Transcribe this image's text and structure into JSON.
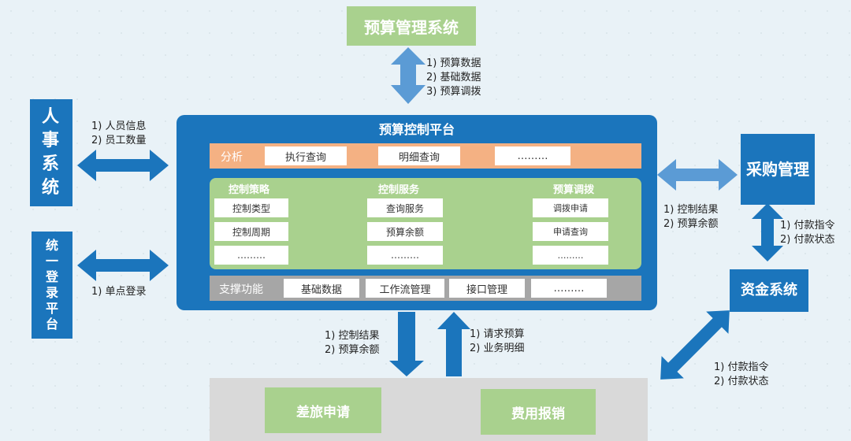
{
  "budget_mgmt": {
    "title": "预算管理系统"
  },
  "top_notes": [
    "1)  预算数据",
    "2)  基础数据",
    "3)  预算调拨"
  ],
  "platform": {
    "title": "预算控制平台",
    "analysis": {
      "label": "分析",
      "items": [
        "执行查询",
        "明细查询",
        "………"
      ]
    },
    "control": {
      "strategy": {
        "header": "控制策略",
        "items": [
          "控制类型",
          "控制周期",
          "………"
        ]
      },
      "service": {
        "header": "控制服务",
        "items": [
          "查询服务",
          "预算余额",
          "………"
        ]
      },
      "transfer": {
        "header": "预算调拨",
        "items": [
          "调拨申请",
          "申请查询",
          "………"
        ]
      }
    },
    "support": {
      "label": "支撑功能",
      "items": [
        "基础数据",
        "工作流管理",
        "接口管理",
        "………"
      ]
    }
  },
  "hr": {
    "title": "人事系统",
    "notes": [
      "1)  人员信息",
      "2)  员工数量"
    ]
  },
  "sso": {
    "title": "统一登录平台",
    "notes": [
      "1)  单点登录"
    ]
  },
  "procurement": {
    "title": "采购管理",
    "notes": [
      "1)  控制结果",
      "2)  预算余额"
    ]
  },
  "funds": {
    "title": "资金系统",
    "notes_top": [
      "1)  付款指令",
      "2)  付款状态"
    ],
    "notes_bottom": [
      "1)  付款指令",
      "2)  付款状态"
    ]
  },
  "bottom_notes_left": [
    "1)  控制结果",
    "2)  预算余额"
  ],
  "bottom_notes_right": [
    "1)  请求预算",
    "2)  业务明细"
  ],
  "travel": {
    "title": "差旅申请"
  },
  "expense": {
    "title": "费用报销"
  },
  "colors": {
    "blue": "#1b75bc",
    "green": "#a9d18e",
    "orange": "#f4b183",
    "light_blue": "#5b9bd5",
    "gray": "#a6a6a6"
  }
}
